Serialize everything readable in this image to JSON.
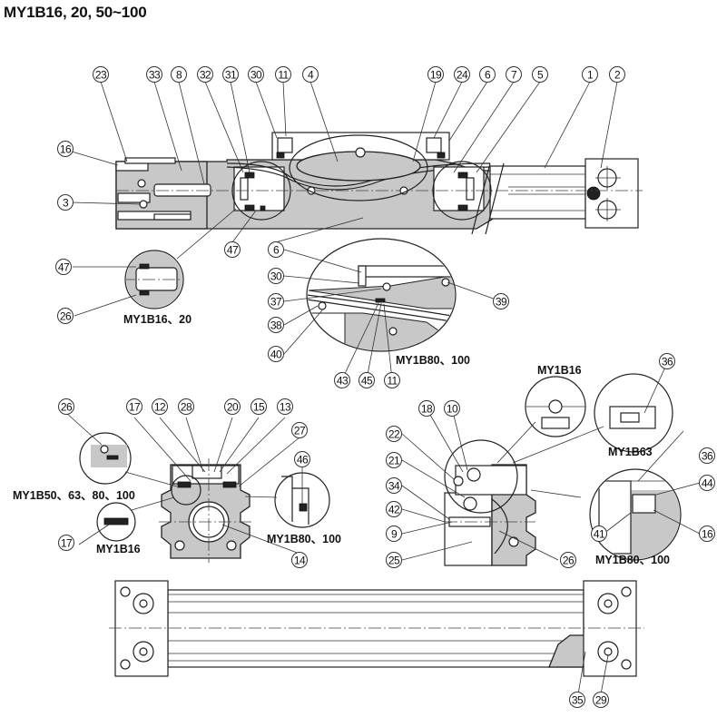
{
  "title": "MY1B16, 20, 50~100",
  "variant_labels": {
    "detail_my1b16_20": "MY1B16、20",
    "detail_carriage_my1b80_100": "MY1B80、100",
    "endview_my1b50_100": "MY1B50、63、80、100",
    "endview_my1b16": "MY1B16",
    "endview_my1b80_100": "MY1B80、100",
    "side_my1b16": "MY1B16",
    "side_my1b63": "MY1B63",
    "side_my1b80_100": "MY1B80、100"
  },
  "callouts": {
    "top_view": [
      "23",
      "33",
      "8",
      "32",
      "31",
      "30",
      "11",
      "4",
      "19",
      "24",
      "6",
      "7",
      "5",
      "1",
      "2",
      "16",
      "3",
      "47"
    ],
    "detail_left": [
      "47",
      "26"
    ],
    "detail_center": [
      "6",
      "30",
      "37",
      "38",
      "40",
      "43",
      "45",
      "11",
      "39"
    ],
    "end_view_left": [
      "26",
      "17",
      "12",
      "28",
      "20",
      "15",
      "13",
      "27",
      "46",
      "17",
      "14"
    ],
    "end_view_right": [
      "18",
      "10",
      "22",
      "21",
      "34",
      "42",
      "9",
      "25",
      "26",
      "36",
      "36",
      "44",
      "41",
      "16"
    ],
    "bottom_view": [
      "35",
      "29"
    ]
  }
}
